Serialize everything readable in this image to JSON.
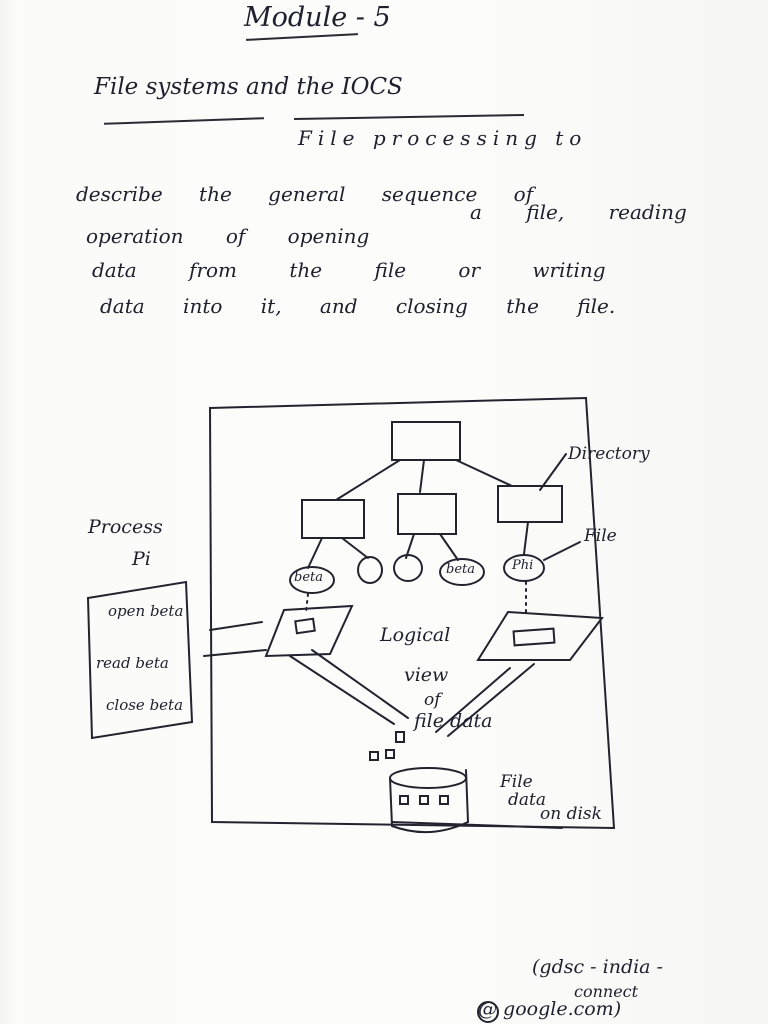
{
  "title": "Module - 5",
  "heading": "File systems and the IOCS",
  "paragraph": {
    "line1": "File processing to",
    "line2": "describe the general sequence of",
    "line3": "a file, reading",
    "line4": "operation of opening",
    "line5": "data from the file or writing",
    "line6": "data into it, and closing the file."
  },
  "diagram": {
    "process_label": "Process",
    "process_sub": "Pi",
    "ops": [
      "open beta",
      "read beta",
      "close beta"
    ],
    "directory_label": "Directory",
    "file_label": "File",
    "node_labels": [
      "beta",
      "beta",
      "Phi"
    ],
    "logical_view": [
      "Logical",
      "view",
      "of",
      "file data"
    ],
    "disk_label": [
      "File",
      "data",
      "on disk"
    ]
  },
  "footer": {
    "line1": "(gdsc - india -",
    "line2": "connect",
    "line3": "@ google.com)"
  }
}
